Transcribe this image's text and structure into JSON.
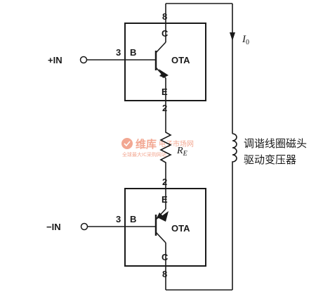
{
  "top_ota": {
    "label": "OTA",
    "pin_top": "8",
    "pin_bottom": "2",
    "pin_left": "3",
    "collector": "C",
    "base": "B",
    "emitter": "E"
  },
  "bottom_ota": {
    "label": "OTA",
    "pin_top": "2",
    "pin_bottom": "8",
    "pin_left": "3",
    "collector": "C",
    "base": "B",
    "emitter": "E"
  },
  "inputs": {
    "plus": "+IN",
    "minus": "−IN"
  },
  "resistor": {
    "label": "R",
    "subscript": "E"
  },
  "current": {
    "label": "I",
    "subscript": "0"
  },
  "coil": {
    "line1": "调谐线圈磁头",
    "line2": "驱动变压器"
  },
  "watermark": {
    "brand": "维库",
    "brand_suffix": "电子市场网",
    "slogan": "全球最大IC采购网站",
    "color": "#e8613a"
  }
}
